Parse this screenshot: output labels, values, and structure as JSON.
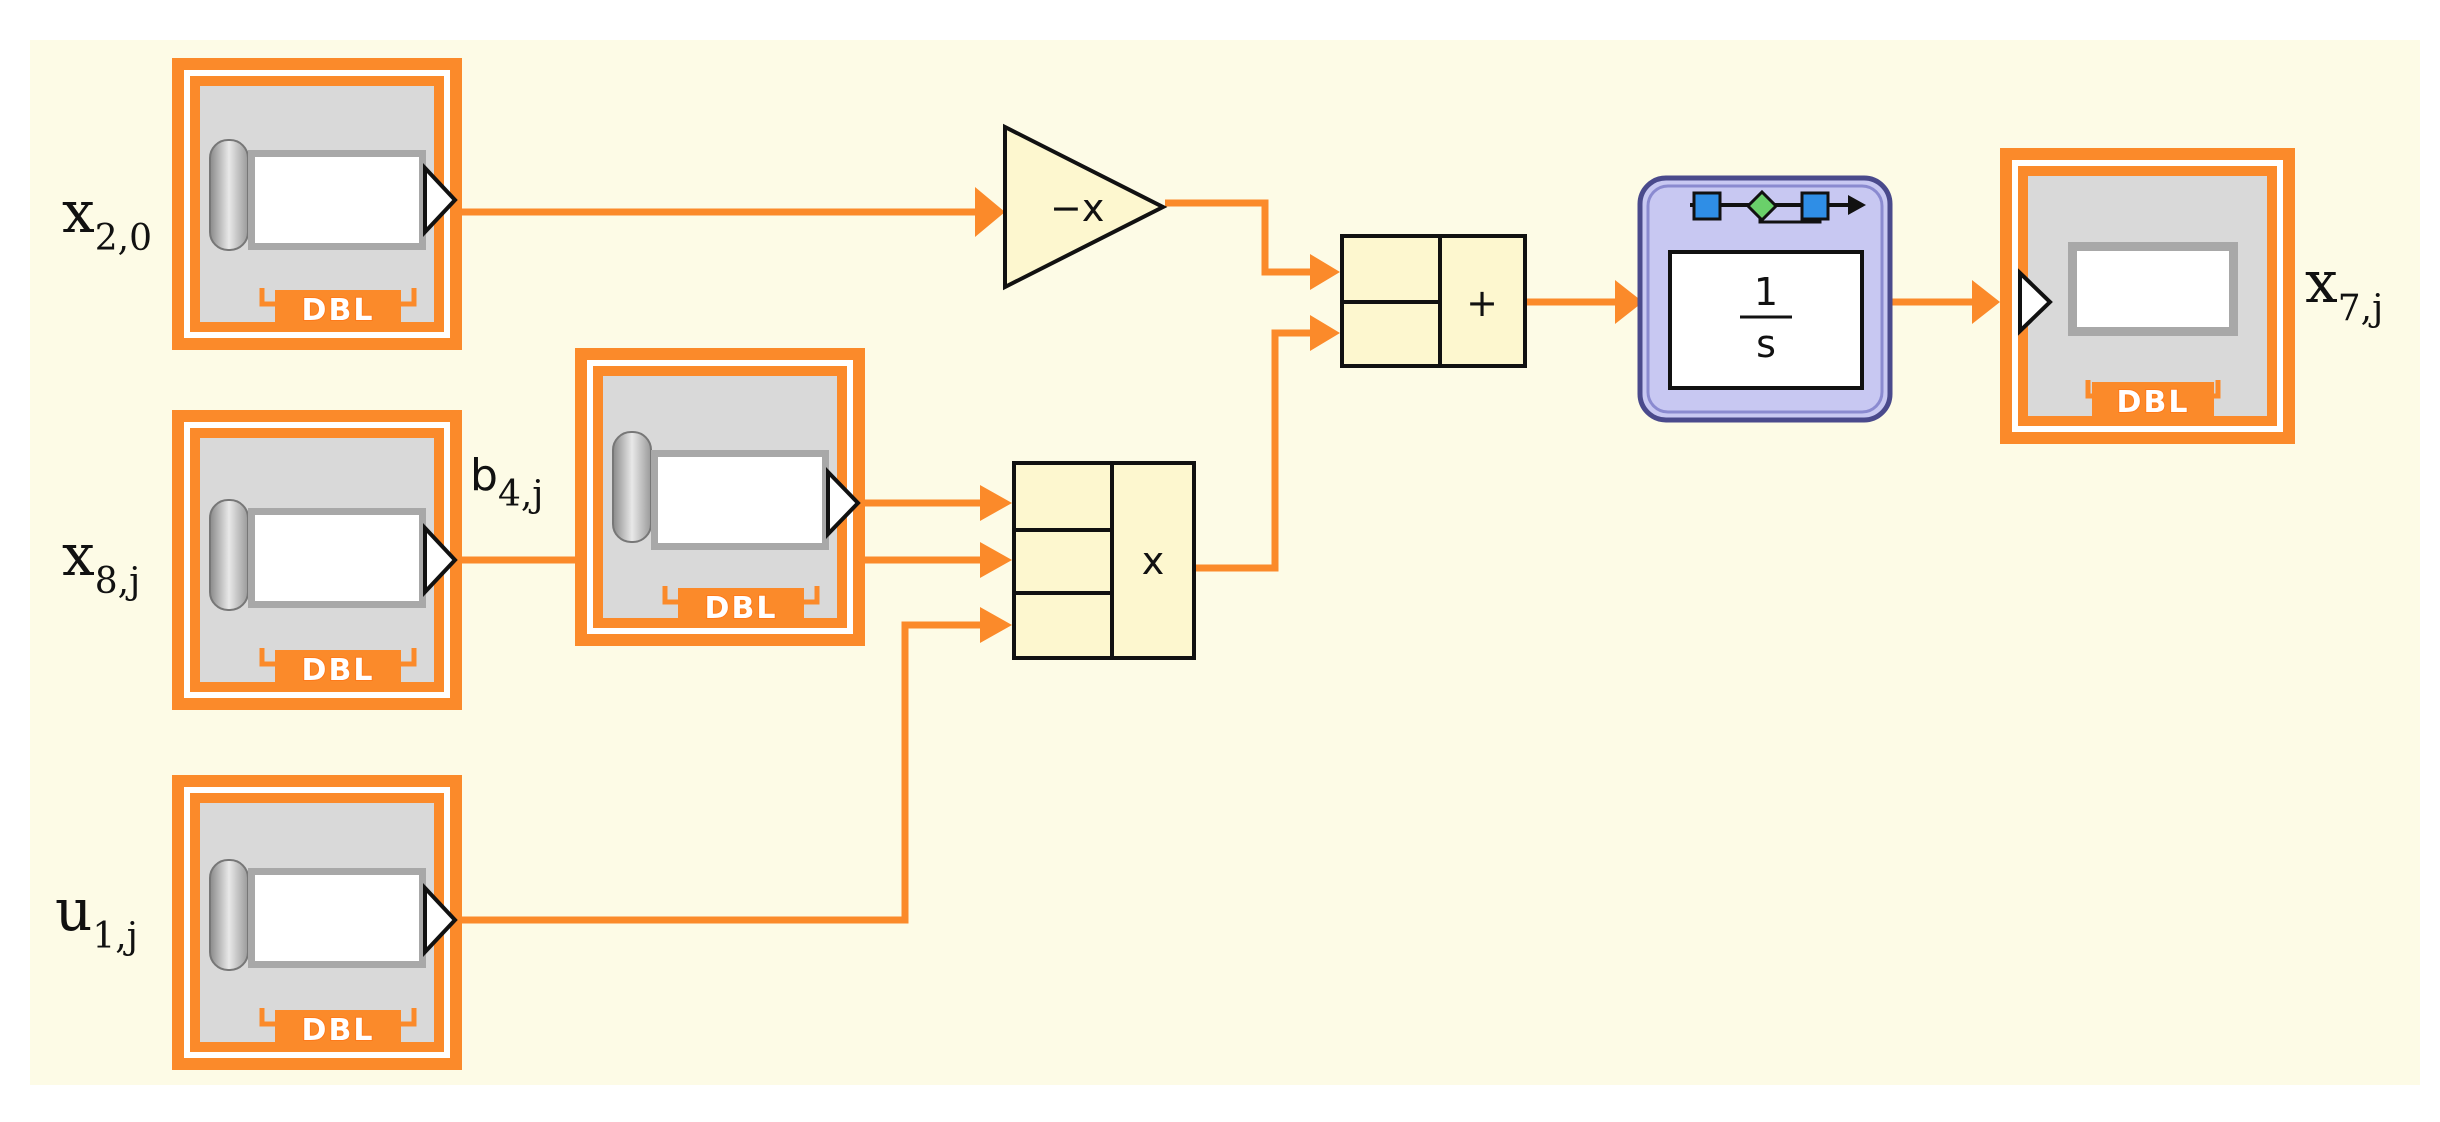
{
  "diagram": {
    "colors": {
      "background": "#fdfbe6",
      "wire": "#fb8a2a",
      "terminal_border": "#fb8a2a",
      "node_fill": "#fdf7cf",
      "integrator_fill": "#c8c8f2",
      "integrator_border": "#4a4a8c"
    },
    "inputs": [
      {
        "label": "x",
        "subscript": "2,0",
        "type": "DBL"
      },
      {
        "label": "x",
        "subscript": "8,j",
        "type": "DBL"
      },
      {
        "label": "u",
        "subscript": "1,j",
        "type": "DBL"
      }
    ],
    "constant": {
      "label": "b",
      "subscript": "4,j",
      "type": "DBL"
    },
    "output": {
      "label": "x",
      "subscript": "7,j",
      "type": "DBL"
    },
    "nodes": {
      "negate": {
        "symbol": "−x"
      },
      "multiply": {
        "symbol": "x"
      },
      "add": {
        "symbol": "+"
      },
      "integrator": {
        "numerator": "1",
        "denominator": "s"
      }
    }
  }
}
